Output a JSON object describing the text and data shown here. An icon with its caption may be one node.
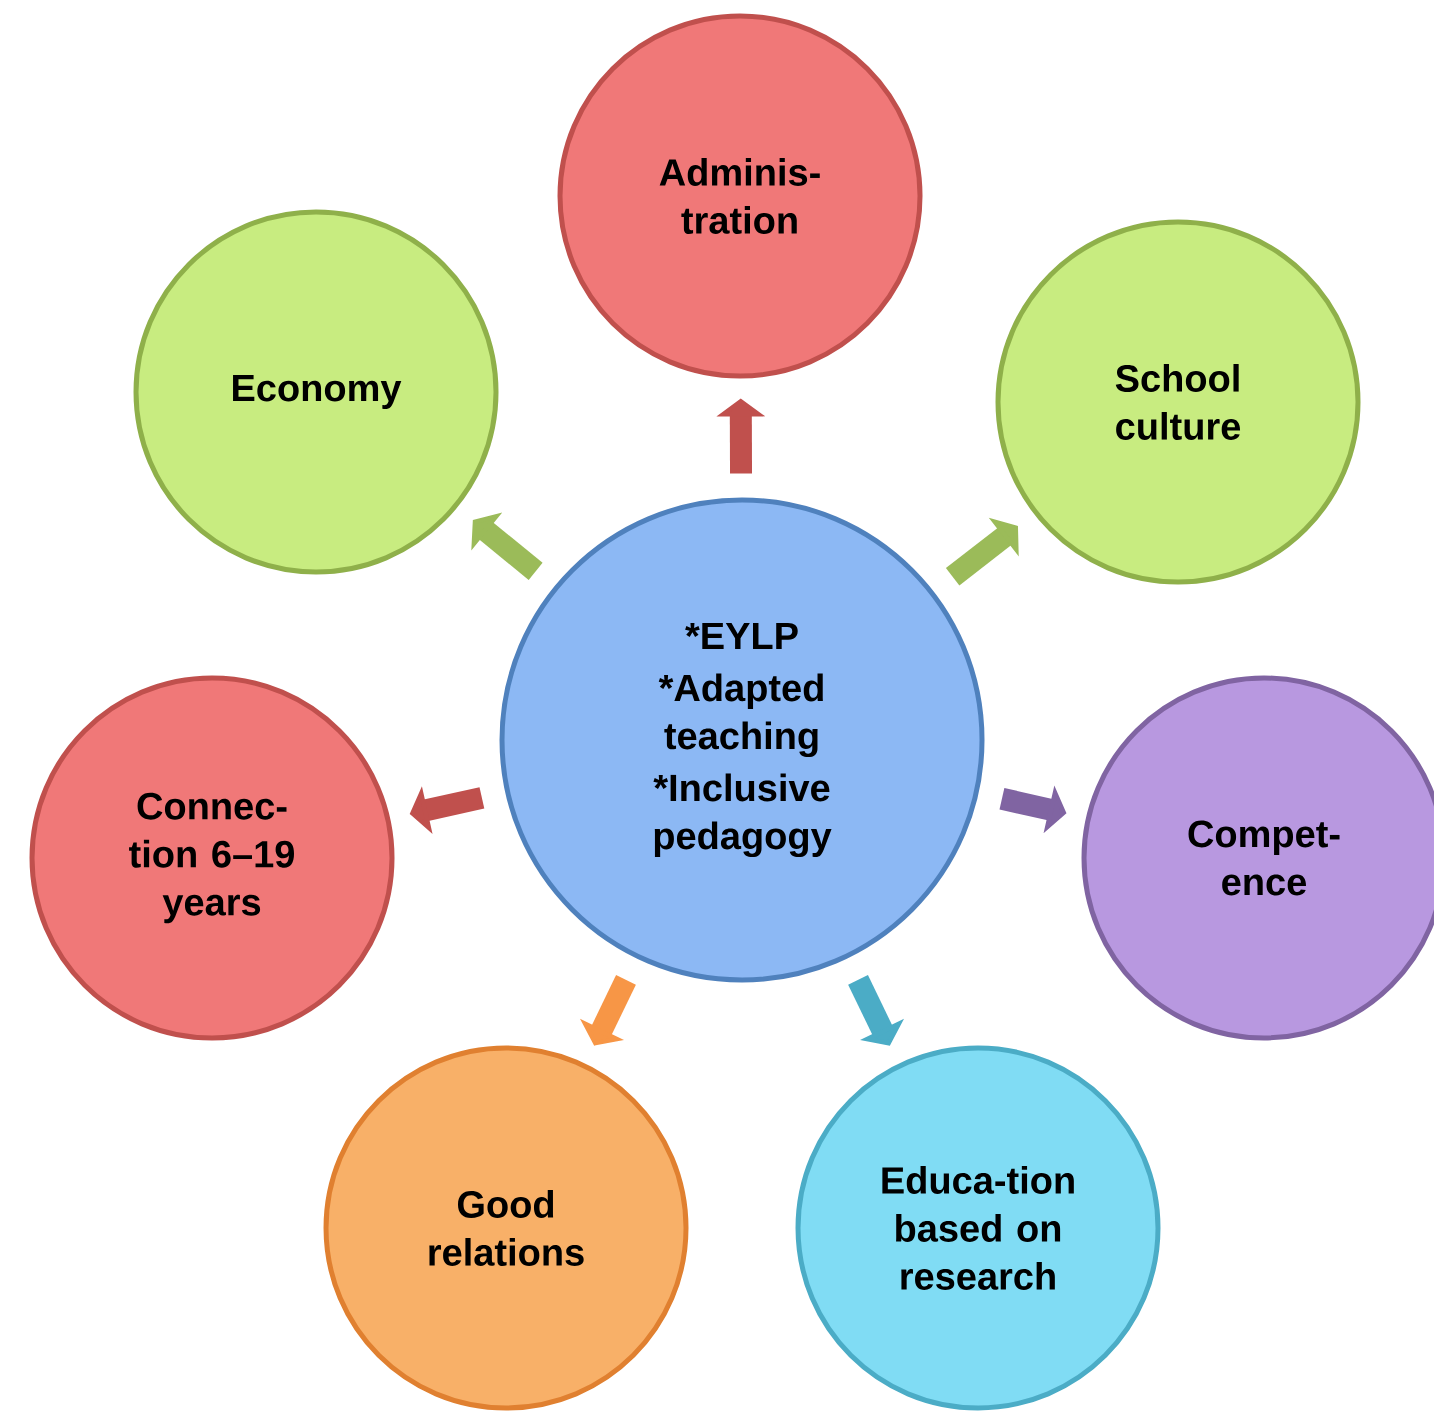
{
  "diagram": {
    "nodes": [
      {
        "text": [
          "Adminis-tration"
        ]
      },
      {
        "text": [
          "Economy"
        ]
      },
      {
        "text": [
          "School culture"
        ]
      },
      {
        "text": [
          "*EYLP",
          "*Adapted teaching",
          "*Inclusive pedagogy"
        ]
      },
      {
        "text": [
          "Connec-tion 6–19 years"
        ]
      },
      {
        "text": [
          "Compet-ence"
        ]
      },
      {
        "text": [
          "Good relations"
        ]
      },
      {
        "text": [
          "Educa-tion based on research"
        ]
      }
    ],
    "edges": [
      {
        "from": 3,
        "to": 0,
        "arrow": "to",
        "color": "#c0504d"
      },
      {
        "from": 3,
        "to": 1,
        "arrow": "to",
        "color": "#9bbb59"
      },
      {
        "from": 3,
        "to": 2,
        "arrow": "to",
        "color": "#9bbb59"
      },
      {
        "from": 3,
        "to": 4,
        "arrow": "to",
        "color": "#c0504d"
      },
      {
        "from": 3,
        "to": 5,
        "arrow": "to",
        "color": "#8064a2"
      },
      {
        "from": 3,
        "to": 6,
        "arrow": "to",
        "color": "#f79646"
      },
      {
        "from": 3,
        "to": 7,
        "arrow": "to",
        "color": "#4bacc6"
      }
    ]
  }
}
